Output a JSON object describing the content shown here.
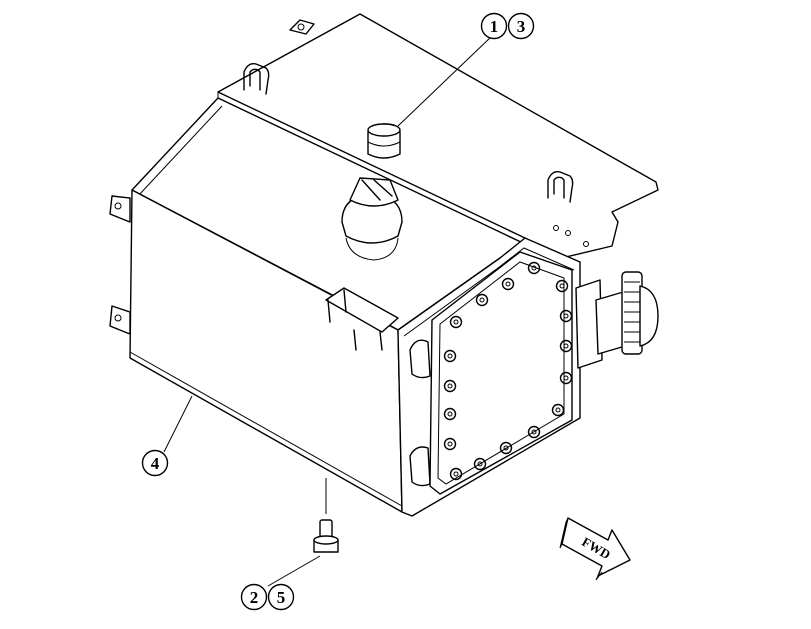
{
  "callouts": {
    "c1": "1",
    "c3": "3",
    "c4": "4",
    "c2": "2",
    "c5": "5"
  },
  "direction_label": "FWD",
  "colors": {
    "ink": "#000000",
    "paper": "#ffffff"
  }
}
